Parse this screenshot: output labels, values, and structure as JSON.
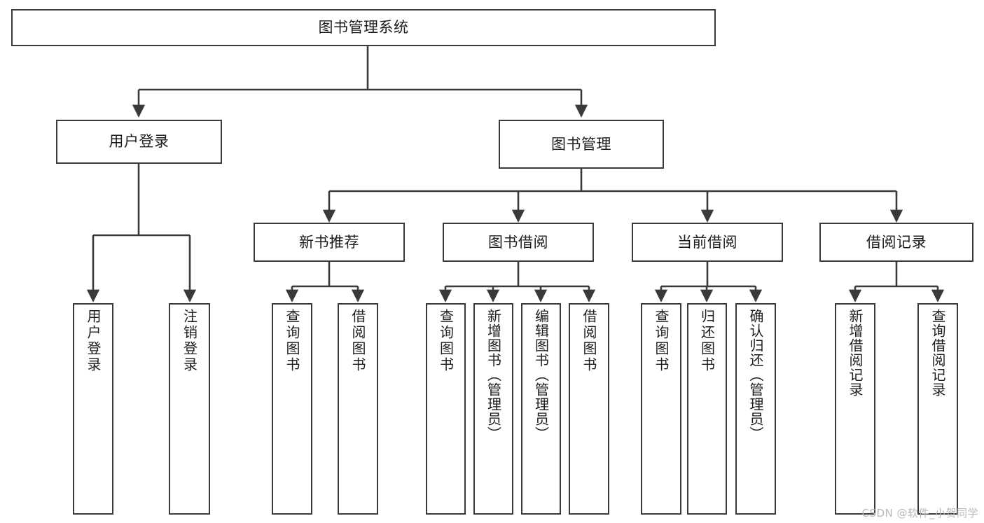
{
  "diagram": {
    "title": "图书管理系统",
    "type": "tree-hierarchy",
    "watermark": "CSDN @软件_小贺同学",
    "colors": {
      "node_border": "#3a3a3a",
      "node_fill": "#ffffff",
      "edge": "#3a3a3a",
      "text": "#1d1d1d",
      "background": "#ffffff",
      "watermark": "#b9b9b9"
    },
    "nodes": {
      "root": {
        "label": "图书管理系统"
      },
      "level2": [
        {
          "id": "user-login",
          "label": "用户登录"
        },
        {
          "id": "book-manage",
          "label": "图书管理"
        }
      ],
      "level3": [
        {
          "id": "new-book-recommend",
          "label": "新书推荐"
        },
        {
          "id": "book-borrow",
          "label": "图书借阅"
        },
        {
          "id": "current-borrow",
          "label": "当前借阅"
        },
        {
          "id": "borrow-record",
          "label": "借阅记录"
        }
      ],
      "leaves": {
        "user-login": [
          {
            "id": "leaf-user-login",
            "label": "用户登录"
          },
          {
            "id": "leaf-user-logout",
            "label": "注销登录"
          }
        ],
        "new-book-recommend": [
          {
            "id": "leaf-query-book-1",
            "label": "查询图书"
          },
          {
            "id": "leaf-borrow-book-1",
            "label": "借阅图书"
          }
        ],
        "book-borrow": [
          {
            "id": "leaf-query-book-2",
            "label": "查询图书"
          },
          {
            "id": "leaf-add-book",
            "label": "新增图书（管理员）"
          },
          {
            "id": "leaf-edit-book",
            "label": "编辑图书（管理员）"
          },
          {
            "id": "leaf-borrow-book-2",
            "label": "借阅图书"
          }
        ],
        "current-borrow": [
          {
            "id": "leaf-query-book-3",
            "label": "查询图书"
          },
          {
            "id": "leaf-return-book",
            "label": "归还图书"
          },
          {
            "id": "leaf-confirm-return",
            "label": "确认归还（管理员）"
          }
        ],
        "borrow-record": [
          {
            "id": "leaf-add-record",
            "label": "新增借阅记录"
          },
          {
            "id": "leaf-query-record",
            "label": "查询借阅记录"
          }
        ]
      }
    }
  }
}
